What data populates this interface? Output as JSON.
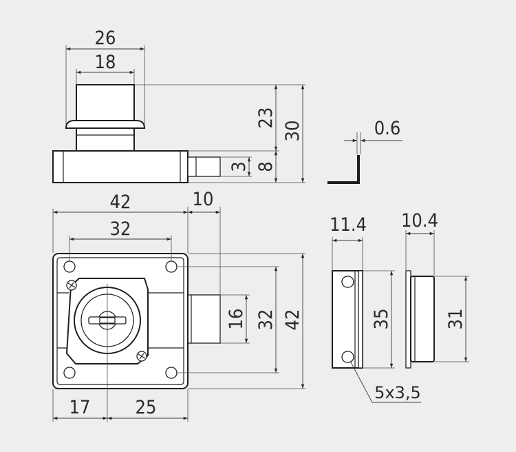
{
  "colors": {
    "background": "#eeeeee",
    "line": "#1e1e1e",
    "fill": "#ffffff"
  },
  "dimensions": {
    "top_view": {
      "cylinder_outer_width": "26",
      "cylinder_inner_width": "18",
      "cylinder_height": "23",
      "total_height": "30",
      "bolt_height": "3",
      "body_height": "8"
    },
    "bracket": {
      "thickness": "0.6"
    },
    "front_view": {
      "body_width": "42",
      "bolt_projection": "10",
      "hole_spacing": "32",
      "bolt_width": "16",
      "vertical_hole_spacing": "32",
      "body_height": "42",
      "center_offset_left": "17",
      "center_offset_right": "25"
    },
    "strike_plate": {
      "depth": "11.4",
      "height": "35",
      "hole_size": "5x3,5"
    },
    "keeper": {
      "depth": "10.4",
      "height": "31"
    }
  }
}
